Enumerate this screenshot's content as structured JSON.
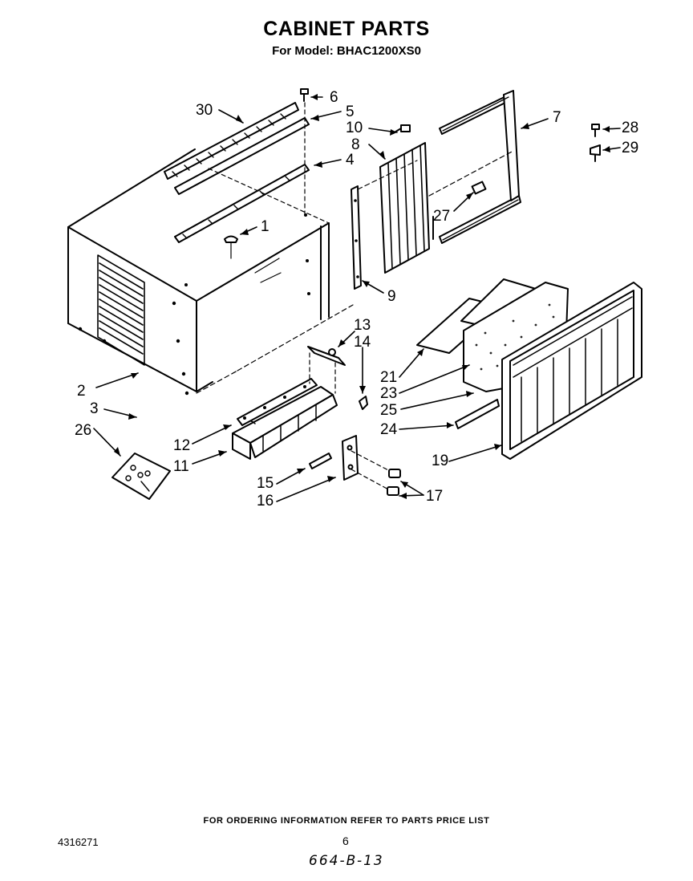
{
  "header": {
    "title": "CABINET PARTS",
    "subtitle": "For Model: BHAC1200XS0"
  },
  "callouts": [
    "1",
    "2",
    "3",
    "4",
    "5",
    "6",
    "7",
    "8",
    "9",
    "10",
    "11",
    "12",
    "13",
    "14",
    "15",
    "16",
    "17",
    "19",
    "21",
    "23",
    "24",
    "25",
    "26",
    "27",
    "28",
    "29",
    "30"
  ],
  "footer": {
    "ordering_note": "FOR ORDERING INFORMATION REFER TO PARTS PRICE LIST",
    "doc_number": "4316271",
    "page_number": "6",
    "handwritten_ref": "664-B-13"
  }
}
